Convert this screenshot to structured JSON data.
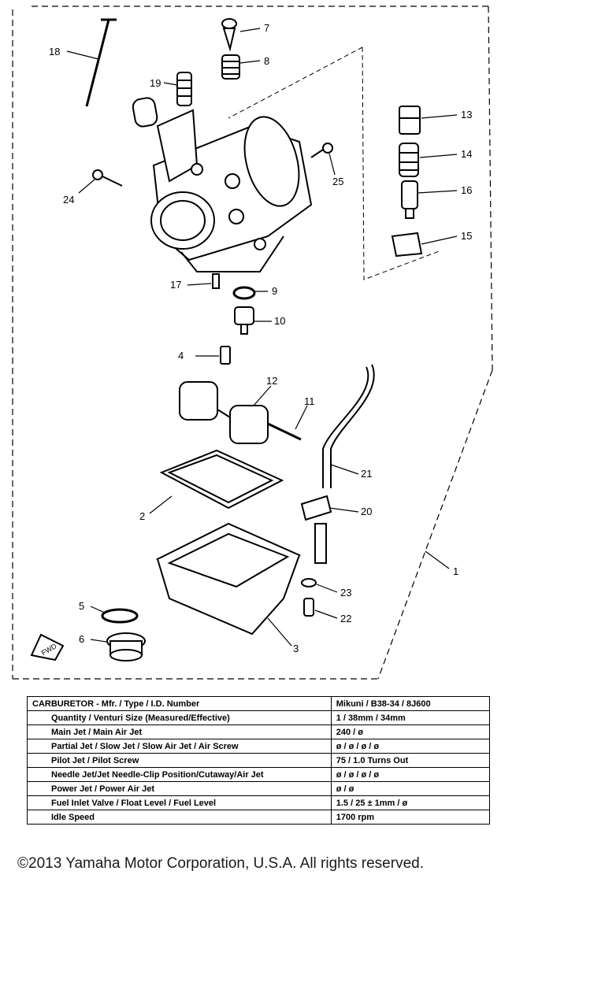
{
  "callouts": [
    {
      "id": "c7",
      "label": "7"
    },
    {
      "id": "c8",
      "label": "8"
    },
    {
      "id": "c18",
      "label": "18"
    },
    {
      "id": "c19",
      "label": "19"
    },
    {
      "id": "c13",
      "label": "13"
    },
    {
      "id": "c14",
      "label": "14"
    },
    {
      "id": "c16",
      "label": "16"
    },
    {
      "id": "c15",
      "label": "15"
    },
    {
      "id": "c24",
      "label": "24"
    },
    {
      "id": "c25",
      "label": "25"
    },
    {
      "id": "c17",
      "label": "17"
    },
    {
      "id": "c9",
      "label": "9"
    },
    {
      "id": "c10",
      "label": "10"
    },
    {
      "id": "c4",
      "label": "4"
    },
    {
      "id": "c12",
      "label": "12"
    },
    {
      "id": "c11",
      "label": "11"
    },
    {
      "id": "c21",
      "label": "21"
    },
    {
      "id": "c2",
      "label": "2"
    },
    {
      "id": "c20",
      "label": "20"
    },
    {
      "id": "c1",
      "label": "1"
    },
    {
      "id": "c23",
      "label": "23"
    },
    {
      "id": "c5",
      "label": "5"
    },
    {
      "id": "c22",
      "label": "22"
    },
    {
      "id": "c6",
      "label": "6"
    },
    {
      "id": "c3",
      "label": "3"
    }
  ],
  "fwd_label": "FWD",
  "spec_table": {
    "rows": [
      {
        "label": "CARBURETOR - Mfr. / Type / I.D. Number",
        "value": "Mikuni / B38-34 / 8J600"
      },
      {
        "label": "Quantity / Venturi Size (Measured/Effective)",
        "value": "1 / 38mm / 34mm"
      },
      {
        "label": "Main Jet / Main Air Jet",
        "value": "240 / ø"
      },
      {
        "label": "Partial Jet / Slow Jet / Slow Air Jet / Air Screw",
        "value": "ø / ø / ø / ø"
      },
      {
        "label": "Pilot Jet / Pilot Screw",
        "value": "75 / 1.0 Turns Out"
      },
      {
        "label": "Needle Jet/Jet Needle-Clip Position/Cutaway/Air Jet",
        "value": "ø / ø / ø / ø"
      },
      {
        "label": "Power Jet / Power Air Jet",
        "value": "ø / ø"
      },
      {
        "label": "Fuel Inlet Valve / Float Level / Fuel Level",
        "value": "1.5 / 25 ± 1mm / ø"
      },
      {
        "label": "Idle Speed",
        "value": "1700 rpm"
      }
    ]
  },
  "copyright": "©2013 Yamaha Motor Corporation, U.S.A. All rights reserved."
}
